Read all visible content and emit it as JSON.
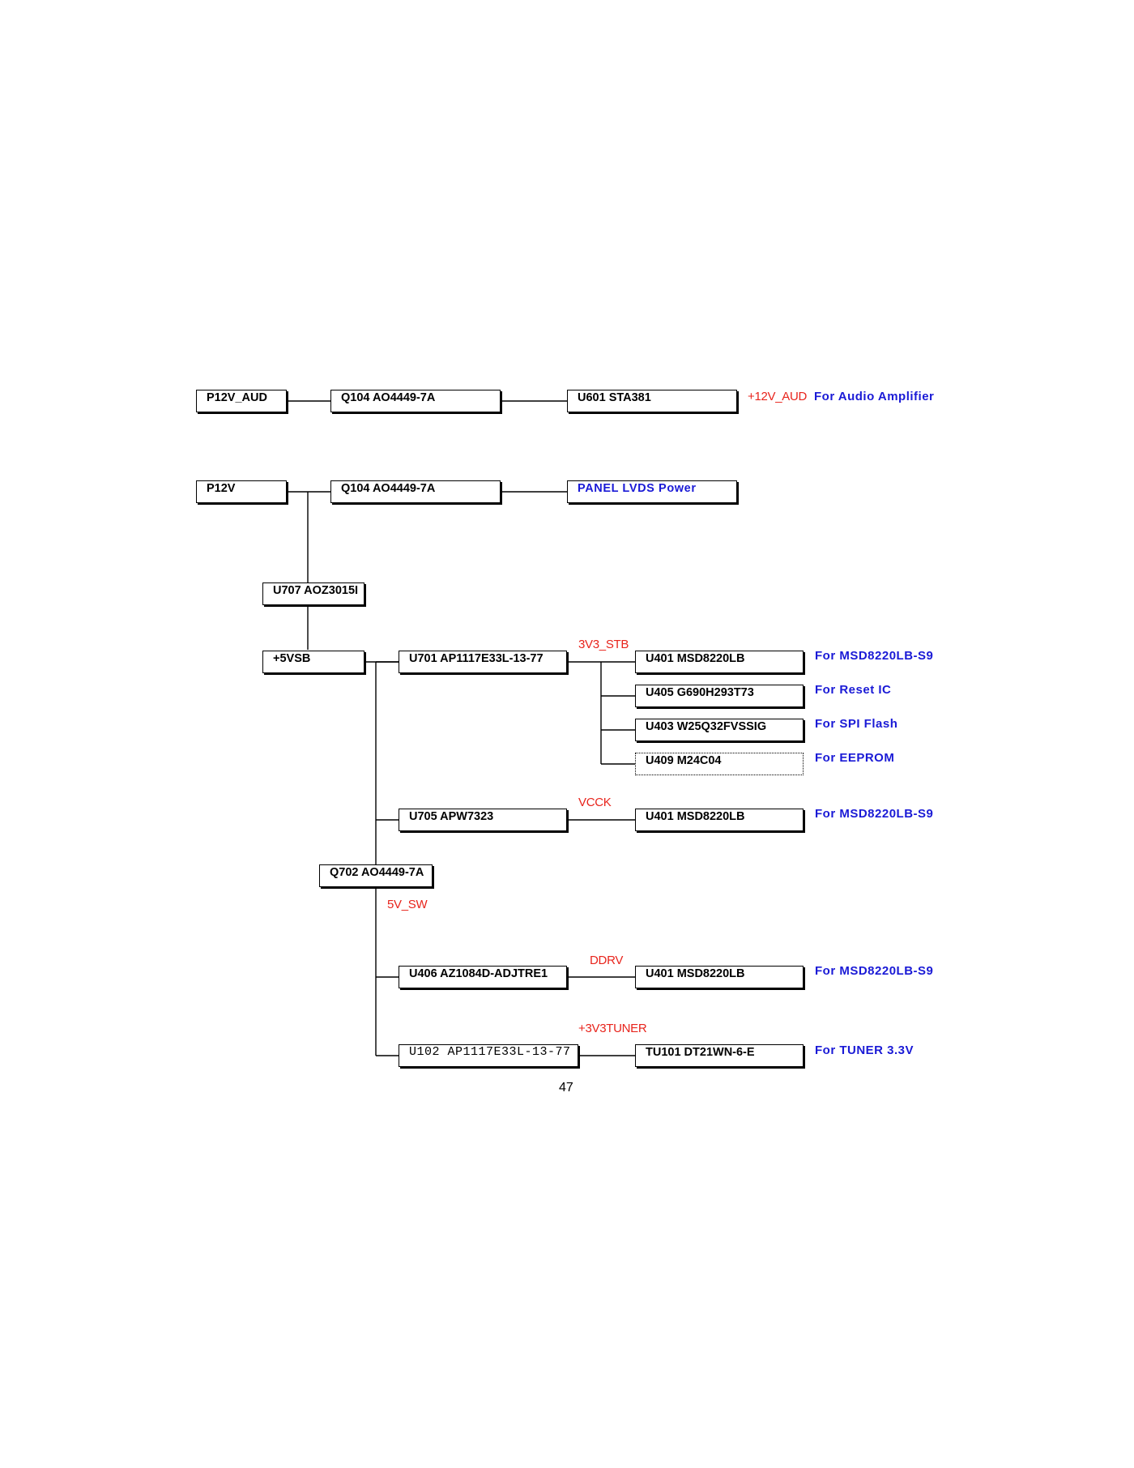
{
  "diagram": {
    "boxes": {
      "p12v_aud": "P12V_AUD",
      "q104_top": "Q104 AO4449-7A",
      "u601": "U601 STA381",
      "p12v": "P12V",
      "q104_mid": "Q104 AO4449-7A",
      "panel_lvds": "PANEL LVDS Power",
      "u707": "U707 AOZ3015I",
      "vsb5": "+5VSB",
      "u701": "U701 AP1117E33L-13-77",
      "u401_a": "U401 MSD8220LB",
      "u405": "U405 G690H293T73",
      "u403": "U403 W25Q32FVSSIG",
      "u409": "U409 M24C04",
      "u705": "U705 APW7323",
      "u401_b": "U401 MSD8220LB",
      "q702": "Q702 AO4449-7A",
      "u406": "U406 AZ1084D-ADJTRE1",
      "u401_c": "U401 MSD8220LB",
      "u102": "U102 AP1117E33L-13-77",
      "tu101": "TU101 DT21WN-6-E"
    },
    "rails": {
      "aud12": "+12V_AUD",
      "stb3v3": "3V3_STB",
      "vcck": "VCCK",
      "sw5v": "5V_SW",
      "ddrv": "DDRV",
      "tuner3v3": "+3V3TUNER"
    },
    "notes": {
      "audio": "For Audio Amplifier",
      "msd_a": "For MSD8220LB-S9",
      "reset": "For Reset IC",
      "spi": "For SPI Flash",
      "eeprom": "For EEPROM",
      "msd_b": "For MSD8220LB-S9",
      "msd_c": "For MSD8220LB-S9",
      "tuner": "For TUNER 3.3V"
    },
    "colors": {
      "rail_label": "#e8241c",
      "note_label": "#1a1ad6",
      "line": "#000000"
    }
  },
  "page_number": "47"
}
